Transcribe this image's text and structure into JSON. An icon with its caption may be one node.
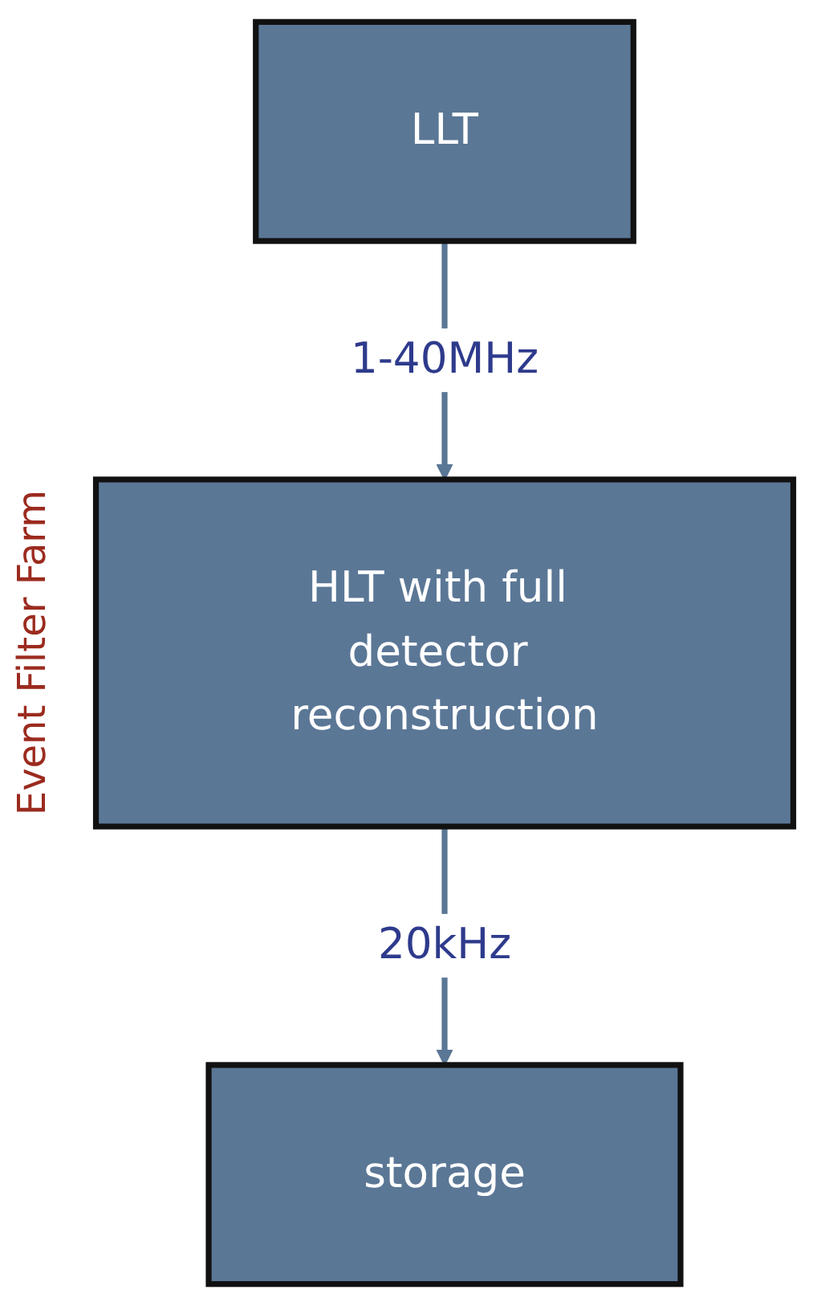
{
  "diagram": {
    "nodes": [
      {
        "text": [
          "LLT"
        ]
      },
      {
        "text": [
          "HLT with full detector reconstruction"
        ],
        "beside": [
          "Event Filter Farm"
        ]
      },
      {
        "text": [
          "storage"
        ]
      }
    ],
    "edges": [
      {
        "from": 0,
        "to": 1,
        "arrow": "to",
        "label": "1-40MHz"
      },
      {
        "from": 1,
        "to": 2,
        "arrow": "to",
        "label": "20kHz"
      }
    ]
  }
}
